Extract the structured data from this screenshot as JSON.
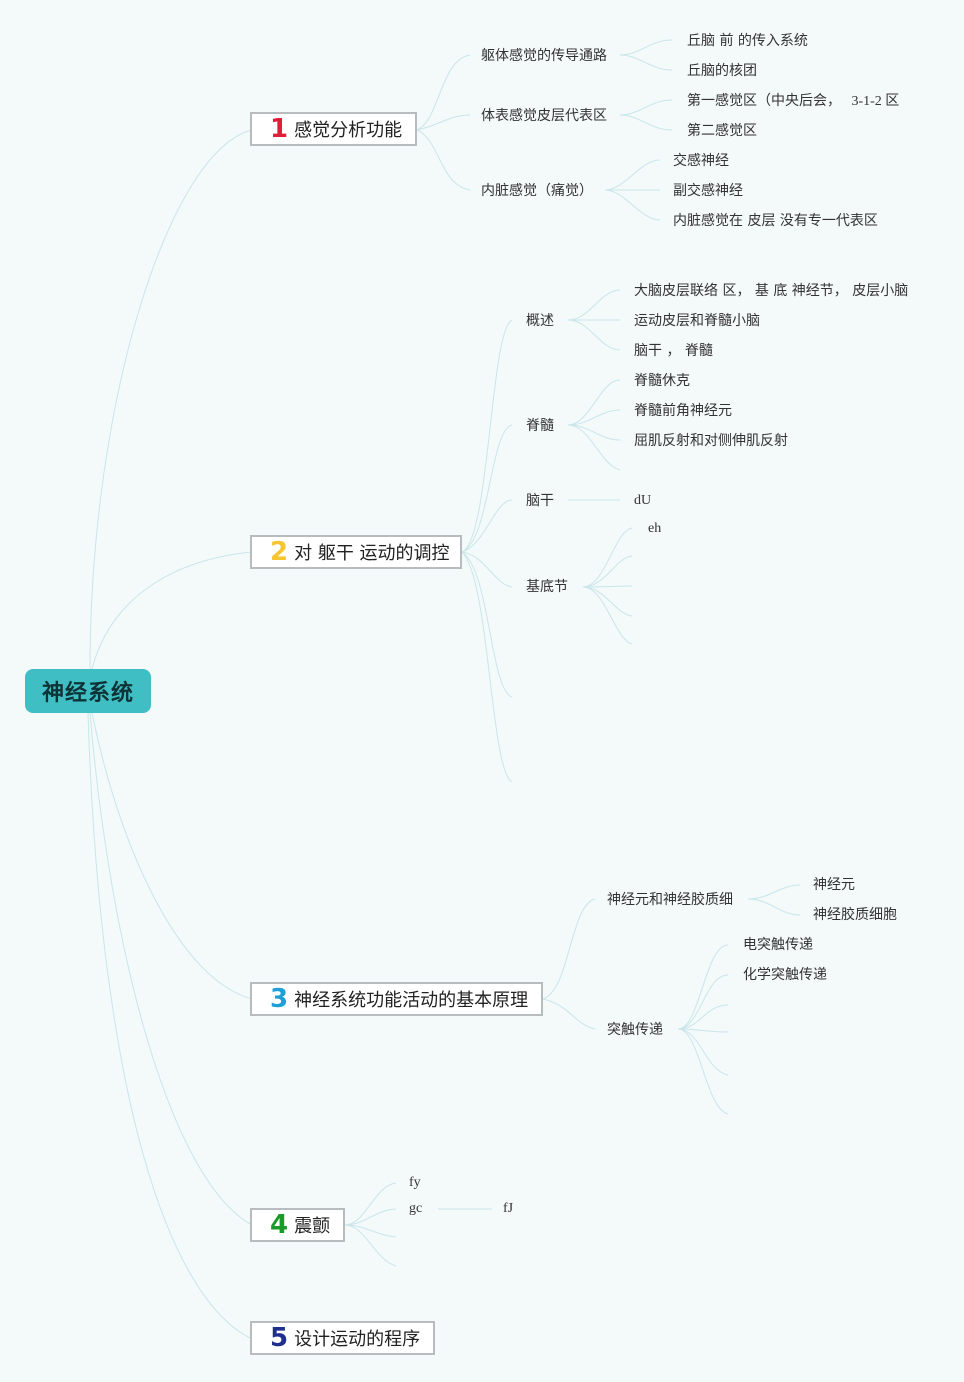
{
  "root": {
    "label": "神经系统"
  },
  "branches": [
    {
      "num": "1",
      "num_color": "#e01e3c",
      "label": "感觉分析功能",
      "children": [
        {
          "label": "躯体感觉的传导通路",
          "children": [
            "丘脑 前 的传入系统",
            "丘脑的核团"
          ]
        },
        {
          "label": "体表感觉皮层代表区",
          "children": [
            "第一感觉区（中央后会，",
            "第二感觉区"
          ],
          "extra": "3-1-2 区"
        },
        {
          "label": "内脏感觉（痛觉）",
          "children": [
            "交感神经",
            "副交感神经",
            "内脏感觉在 皮层 没有专一代表区"
          ]
        }
      ]
    },
    {
      "num": "2",
      "num_color": "#f7c531",
      "label": "对 躯干 运动的调控",
      "children": [
        {
          "label": "概述",
          "children": [
            "大脑皮层联络 区， 基 底 神经节， 皮层小脑",
            "运动皮层和脊髓小脑",
            "脑干 ， 脊髓"
          ]
        },
        {
          "label": "脊髓",
          "children": [
            "脊髓休克",
            "脊髓前角神经元",
            "屈肌反射和对侧伸肌反射"
          ]
        },
        {
          "label": "脑干",
          "children": [
            "dU"
          ]
        },
        {
          "label": "基底节",
          "children": [
            "eh"
          ]
        }
      ]
    },
    {
      "num": "3",
      "num_color": "#1e9fd8",
      "label": "神经系统功能活动的基本原理",
      "children": [
        {
          "label": "神经元和神经胶质细",
          "children": [
            "神经元",
            "神经胶质细胞"
          ]
        },
        {
          "label": "突触传递",
          "children": [
            "电突触传递",
            "化学突触传递"
          ]
        }
      ]
    },
    {
      "num": "4",
      "num_color": "#1a9a2a",
      "label": "震颤",
      "children": [
        {
          "label": "fy",
          "children": []
        },
        {
          "label": "gc",
          "children": [
            "fJ"
          ]
        }
      ]
    },
    {
      "num": "5",
      "num_color": "#1e2f8c",
      "label": "设计运动的程序",
      "children": []
    }
  ]
}
